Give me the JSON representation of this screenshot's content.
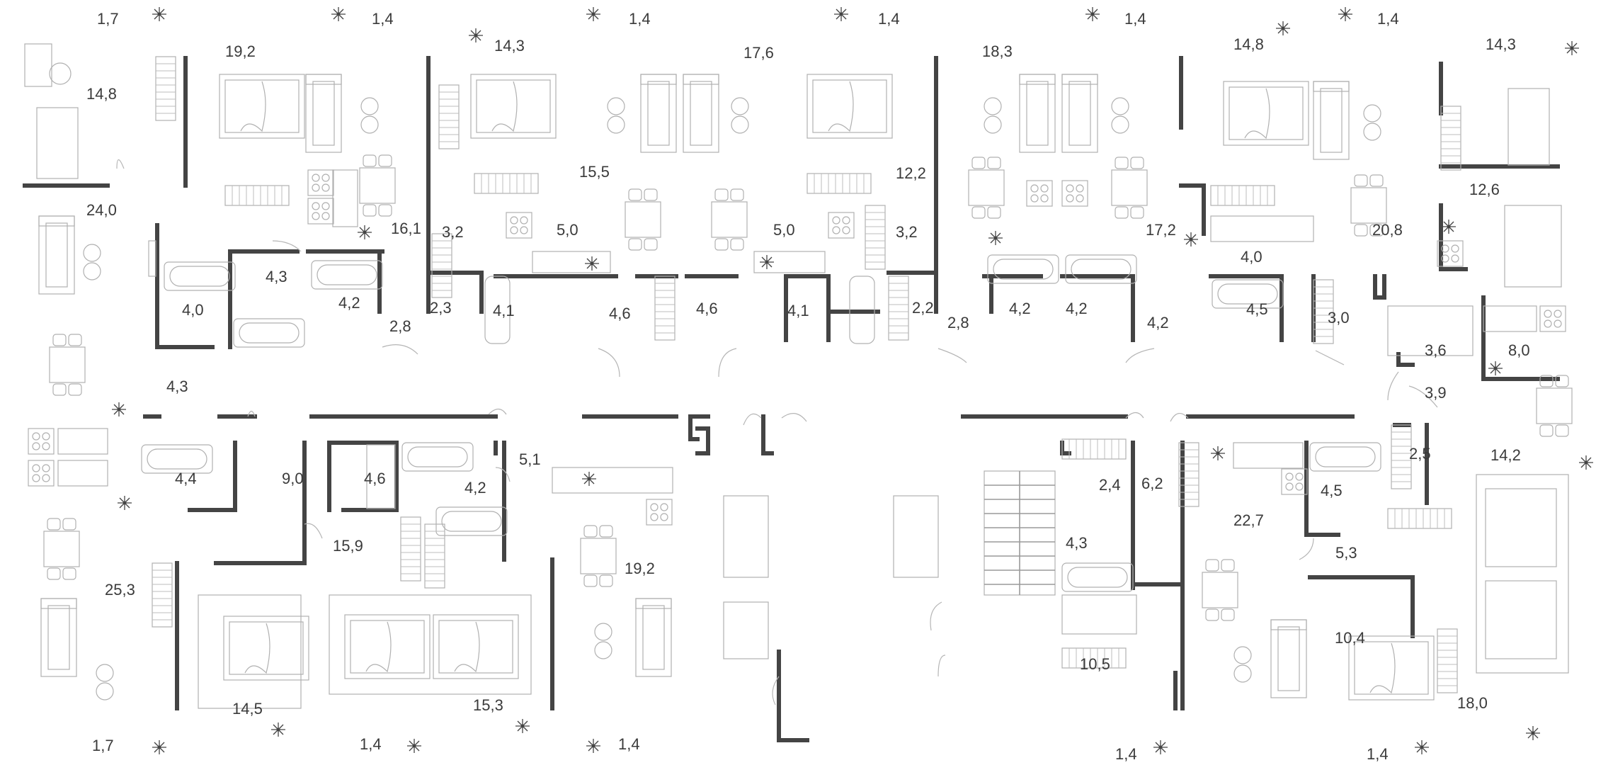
{
  "plan": {
    "areas": [
      {
        "id": "a-1-7-tl",
        "value": "1,7"
      },
      {
        "id": "a-1-4-t1",
        "value": "1,4"
      },
      {
        "id": "a-1-4-t2",
        "value": "1,4"
      },
      {
        "id": "a-1-4-t3",
        "value": "1,4"
      },
      {
        "id": "a-1-4-t4",
        "value": "1,4"
      },
      {
        "id": "a-1-4-t5",
        "value": "1,4"
      },
      {
        "id": "a-19-2-t",
        "value": "19,2"
      },
      {
        "id": "a-14-3-t1",
        "value": "14,3"
      },
      {
        "id": "a-17-6",
        "value": "17,6"
      },
      {
        "id": "a-18-3",
        "value": "18,3"
      },
      {
        "id": "a-14-8-t2",
        "value": "14,8"
      },
      {
        "id": "a-14-3-t2",
        "value": "14,3"
      },
      {
        "id": "a-14-8-l",
        "value": "14,8"
      },
      {
        "id": "a-24-0",
        "value": "24,0"
      },
      {
        "id": "a-15-5",
        "value": "15,5"
      },
      {
        "id": "a-12-2",
        "value": "12,2"
      },
      {
        "id": "a-12-6",
        "value": "12,6"
      },
      {
        "id": "a-16-1",
        "value": "16,1"
      },
      {
        "id": "a-3-2-a",
        "value": "3,2"
      },
      {
        "id": "a-5-0-a",
        "value": "5,0"
      },
      {
        "id": "a-5-0-b",
        "value": "5,0"
      },
      {
        "id": "a-3-2-b",
        "value": "3,2"
      },
      {
        "id": "a-17-2",
        "value": "17,2"
      },
      {
        "id": "a-20-8",
        "value": "20,8"
      },
      {
        "id": "a-4-3-a",
        "value": "4,3"
      },
      {
        "id": "a-4-0-a",
        "value": "4,0"
      },
      {
        "id": "a-4-2-a",
        "value": "4,2"
      },
      {
        "id": "a-2-8-a",
        "value": "2,8"
      },
      {
        "id": "a-2-3",
        "value": "2,3"
      },
      {
        "id": "a-4-1-a",
        "value": "4,1"
      },
      {
        "id": "a-4-6-a",
        "value": "4,6"
      },
      {
        "id": "a-4-6-b",
        "value": "4,6"
      },
      {
        "id": "a-4-1-b",
        "value": "4,1"
      },
      {
        "id": "a-2-2",
        "value": "2,2"
      },
      {
        "id": "a-2-8-b",
        "value": "2,8"
      },
      {
        "id": "a-4-2-b",
        "value": "4,2"
      },
      {
        "id": "a-4-2-c",
        "value": "4,2"
      },
      {
        "id": "a-4-2-d",
        "value": "4,2"
      },
      {
        "id": "a-4-0-b",
        "value": "4,0"
      },
      {
        "id": "a-4-5-a",
        "value": "4,5"
      },
      {
        "id": "a-3-0",
        "value": "3,0"
      },
      {
        "id": "a-3-6",
        "value": "3,6"
      },
      {
        "id": "a-8-0",
        "value": "8,0"
      },
      {
        "id": "a-4-3-b",
        "value": "4,3"
      },
      {
        "id": "a-3-9",
        "value": "3,9"
      },
      {
        "id": "a-14-2",
        "value": "14,2"
      },
      {
        "id": "a-2-5",
        "value": "2,5"
      },
      {
        "id": "a-4-4",
        "value": "4,4"
      },
      {
        "id": "a-9-0",
        "value": "9,0"
      },
      {
        "id": "a-4-6-c",
        "value": "4,6"
      },
      {
        "id": "a-4-2-e",
        "value": "4,2"
      },
      {
        "id": "a-5-1",
        "value": "5,1"
      },
      {
        "id": "a-2-4",
        "value": "2,4"
      },
      {
        "id": "a-6-2",
        "value": "6,2"
      },
      {
        "id": "a-4-5-b",
        "value": "4,5"
      },
      {
        "id": "a-22-7",
        "value": "22,7"
      },
      {
        "id": "a-15-9",
        "value": "15,9"
      },
      {
        "id": "a-4-3-c",
        "value": "4,3"
      },
      {
        "id": "a-5-3",
        "value": "5,3"
      },
      {
        "id": "a-25-3",
        "value": "25,3"
      },
      {
        "id": "a-19-2-b",
        "value": "19,2"
      },
      {
        "id": "a-10-5",
        "value": "10,5"
      },
      {
        "id": "a-10-4",
        "value": "10,4"
      },
      {
        "id": "a-14-5",
        "value": "14,5"
      },
      {
        "id": "a-15-3",
        "value": "15,3"
      },
      {
        "id": "a-18-0",
        "value": "18,0"
      },
      {
        "id": "a-1-7-bl",
        "value": "1,7"
      },
      {
        "id": "a-1-4-b1",
        "value": "1,4"
      },
      {
        "id": "a-1-4-b2",
        "value": "1,4"
      },
      {
        "id": "a-1-4-b3",
        "value": "1,4"
      },
      {
        "id": "a-1-4-b4",
        "value": "1,4"
      }
    ],
    "icons": [
      "snowflake-icon",
      "plant-icon",
      "bed-icon",
      "sofa-icon",
      "bathtub-icon",
      "toilet-icon",
      "stove-icon",
      "sink-icon",
      "table-icon",
      "chair-icon",
      "desk-icon",
      "staircase-icon"
    ],
    "colors": {
      "wall": "#444444",
      "furniture": "#b0b0b0",
      "text": "#3a3a3a",
      "background": "#ffffff"
    }
  }
}
